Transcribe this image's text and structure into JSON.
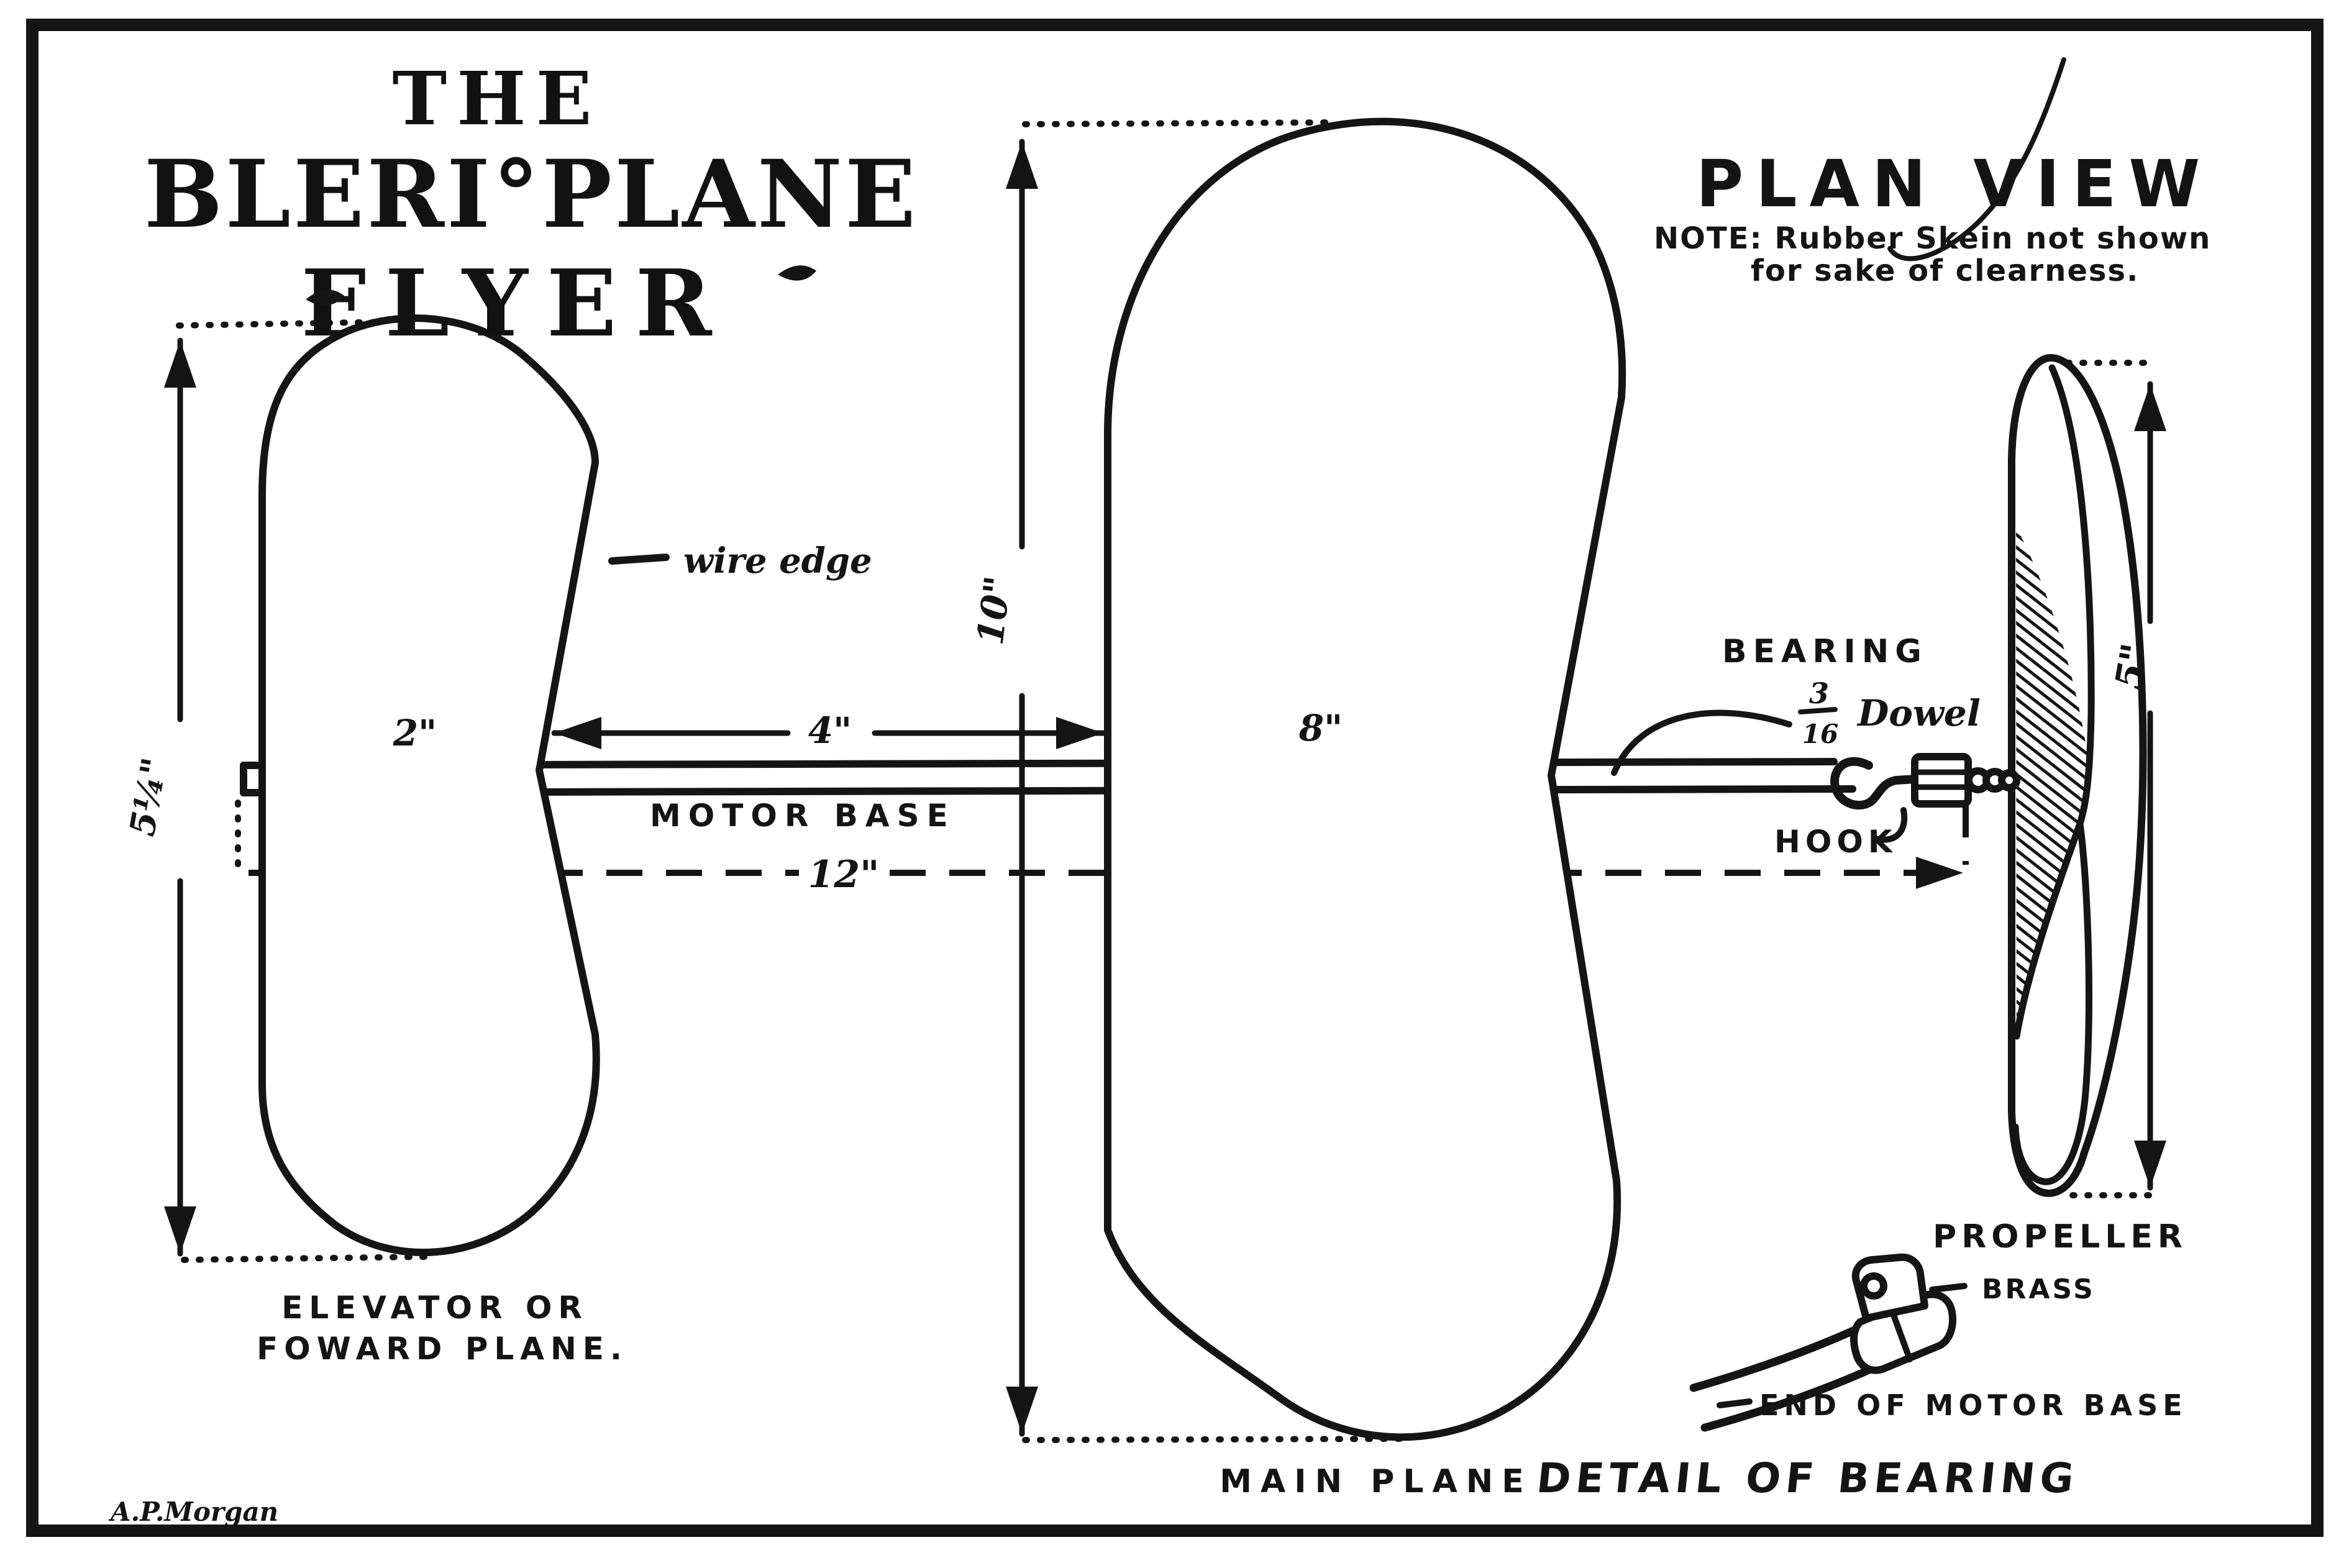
{
  "colors": {
    "ink": "#151515",
    "paper": "#ffffff"
  },
  "title": {
    "line1": "THE",
    "line2": "BLERI°PLANE",
    "line3": "FLYER"
  },
  "header": {
    "view_label": "PLAN VIEW",
    "note_line1": "NOTE: Rubber Skein not shown",
    "note_line2": "for sake of clearness."
  },
  "labels": {
    "wire_edge": "wire edge",
    "bearing": "BEARING",
    "dowel_fraction_numerator": "3",
    "dowel_fraction_denominator": "16",
    "dowel": "Dowel",
    "hook": "HOOK",
    "motor_base": "MOTOR BASE",
    "main_plane": "MAIN PLANE",
    "elevator_line1": "ELEVATOR OR",
    "elevator_line2": "FOWARD PLANE.",
    "propeller": "PROPELLER",
    "brass": "BRASS",
    "end_of_motor_base": "END OF MOTOR BASE",
    "detail_of_bearing": "DETAIL OF BEARING",
    "signature": "A.P.Morgan"
  },
  "dimensions": {
    "elevator_chord": "2\"",
    "elevator_to_main_gap": "4\"",
    "main_chord": "8\"",
    "motor_base_length": "12\"",
    "main_span": "10\"",
    "elevator_span": "5¼\"",
    "propeller_length": "5\""
  }
}
